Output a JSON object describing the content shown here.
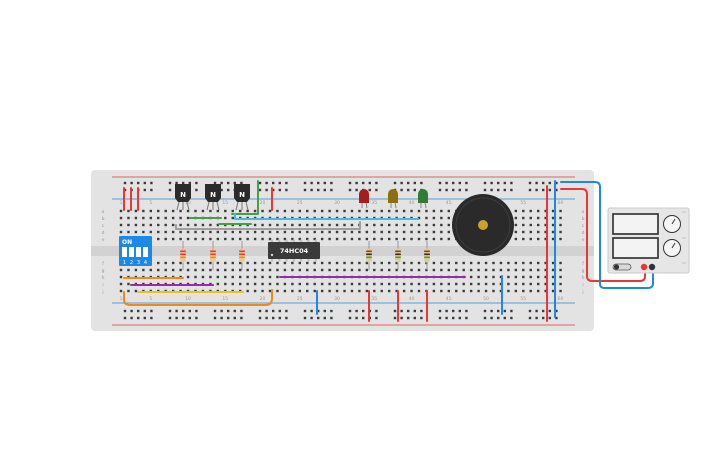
{
  "colors": {
    "board": "#e3e3e3",
    "board_edge": "#d2d2d2",
    "hole": "#3a3a3a",
    "rail_red": "#e53935",
    "rail_blue": "#1e88e5",
    "wire_red": "#e53935",
    "wire_blue": "#1e88e5",
    "wire_green": "#43a047",
    "wire_orange": "#ef8a17",
    "wire_purple": "#9c27b0",
    "wire_yellow": "#e8c320",
    "wire_gray": "#9e9e9e",
    "wire_cyan": "#4fb8d8",
    "dip_blue": "#1e88e5",
    "ic_body": "#3a3a3a",
    "transistor_body": "#2b2b2b",
    "led_red": "#a31f1f",
    "led_yellow": "#8d6f10",
    "led_green": "#2e7d32",
    "buzzer_body": "#2a2a2a",
    "buzzer_dot": "#c9a227",
    "supply_body": "#e6e6e6"
  },
  "breadboard": {
    "row_letters_top": [
      "a",
      "b",
      "c",
      "d",
      "e"
    ],
    "row_letters_bottom": [
      "f",
      "g",
      "h",
      "i",
      "j"
    ],
    "column_numbers": [
      "1",
      "5",
      "10",
      "15",
      "20",
      "25",
      "30",
      "35",
      "40",
      "45",
      "50",
      "55",
      "60"
    ]
  },
  "components": {
    "transistors": [
      {
        "label": "N",
        "icon": "npn-transistor-icon"
      },
      {
        "label": "N",
        "icon": "npn-transistor-icon"
      },
      {
        "label": "N",
        "icon": "npn-transistor-icon"
      }
    ],
    "dip_switch": {
      "header": "ON",
      "numbers": [
        "1",
        "2",
        "3",
        "4"
      ]
    },
    "ic": {
      "label": "74HC04"
    },
    "leds": [
      {
        "color_name": "red"
      },
      {
        "color_name": "yellow"
      },
      {
        "color_name": "green"
      }
    ],
    "resistors_count_left": 3,
    "resistors_count_right": 3,
    "buzzer": {
      "icon": "piezo-buzzer-icon"
    },
    "power_supply": {
      "icon": "dc-power-supply-icon",
      "knob_icon": "knob-icon",
      "display_icon": "lcd-display-icon"
    }
  }
}
